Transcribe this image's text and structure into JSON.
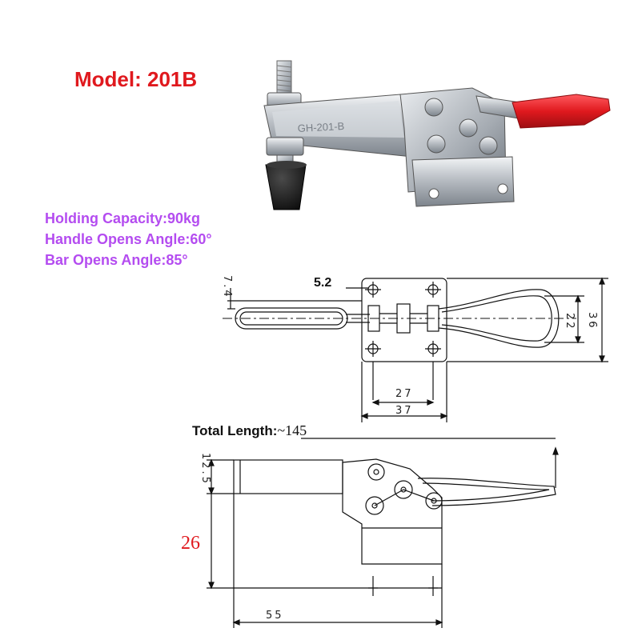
{
  "model_title": "Model: 201B",
  "specs": {
    "holding_capacity": "Holding Capacity:90kg",
    "handle_opens_angle": "Handle Opens Angle:60°",
    "bar_opens_angle": "Bar Opens Angle:85°"
  },
  "top_view": {
    "hole_dia": "5.2",
    "dim_7_4": "7.4",
    "dim_22": "22",
    "dim_36": "36",
    "dim_27": "27",
    "dim_37": "37"
  },
  "side_view": {
    "total_length_label": "Total Length:",
    "total_length_value": "~145",
    "dim_12_5": "12.5",
    "dim_26": "26",
    "dim_55": "55"
  },
  "product_engraving": "GH-201-B",
  "colors": {
    "title_red": "#e0191e",
    "spec_purple": "#b44cf0",
    "handle_grip_red": "#e0191e"
  }
}
